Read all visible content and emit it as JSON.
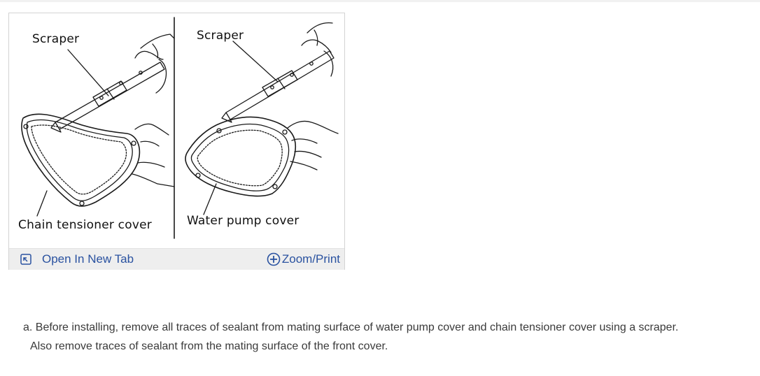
{
  "figure": {
    "labels": {
      "left_scraper": "Scraper",
      "right_scraper": "Scraper",
      "left_part": "Chain tensioner cover",
      "right_part": "Water pump cover"
    },
    "actions": {
      "open_new_tab": "Open In New Tab",
      "zoom_print": "Zoom/Print"
    },
    "icons": {
      "open_new_tab": "open-in-new-tab-icon",
      "zoom_print": "plus-circle-icon"
    },
    "colors": {
      "link": "#2a52a0",
      "toolbar_bg": "#eeeeee",
      "card_border": "#d3d3d3"
    }
  },
  "instruction": {
    "line1": "a. Before installing, remove all traces of sealant from mating surface of water pump cover and chain tensioner cover using a scraper.",
    "line2": "Also remove traces of sealant from the mating surface of the front cover."
  }
}
